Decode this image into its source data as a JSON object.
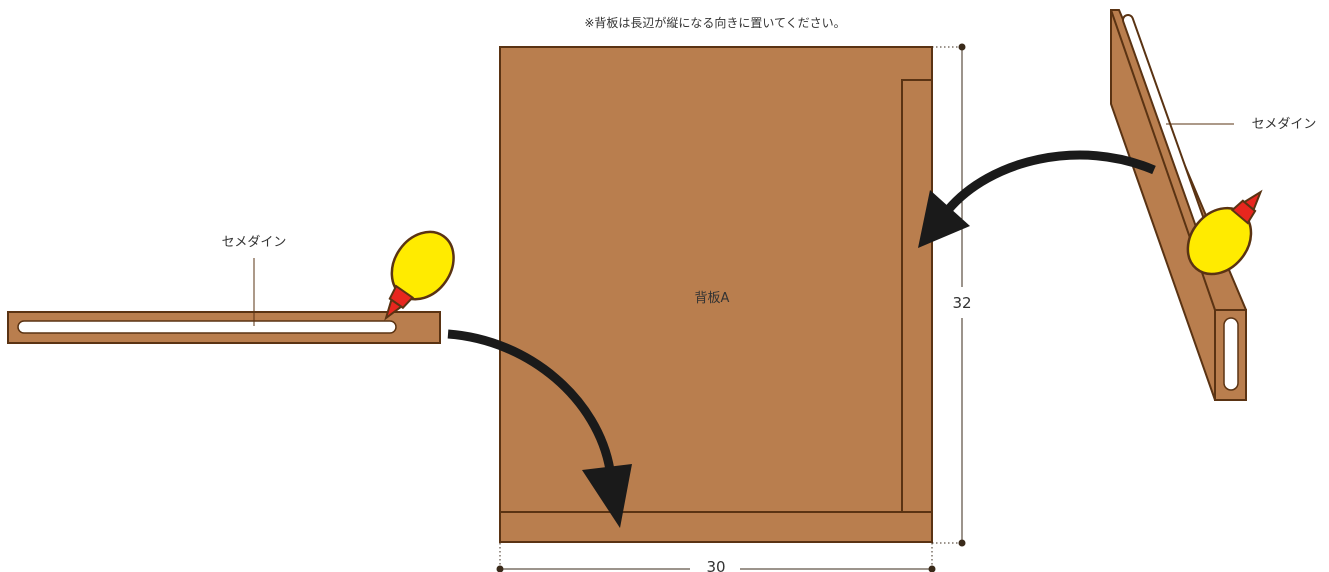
{
  "note": "※背板は長辺が縦になる向きに置いてください。",
  "back_panel_label": "背板A",
  "glue_label_left": "セメダイン",
  "glue_label_right": "セメダイン",
  "dimension_height": "32",
  "dimension_width": "30",
  "colors": {
    "wood": "#B97E4E",
    "wood_outline": "#5A3313",
    "glue_line": "#FFFFFF",
    "glue_bottle_body": "#FFEB00",
    "glue_bottle_nozzle": "#E8261E",
    "arrow": "#1A1A1A",
    "dimension_line": "#3A2A1A"
  }
}
